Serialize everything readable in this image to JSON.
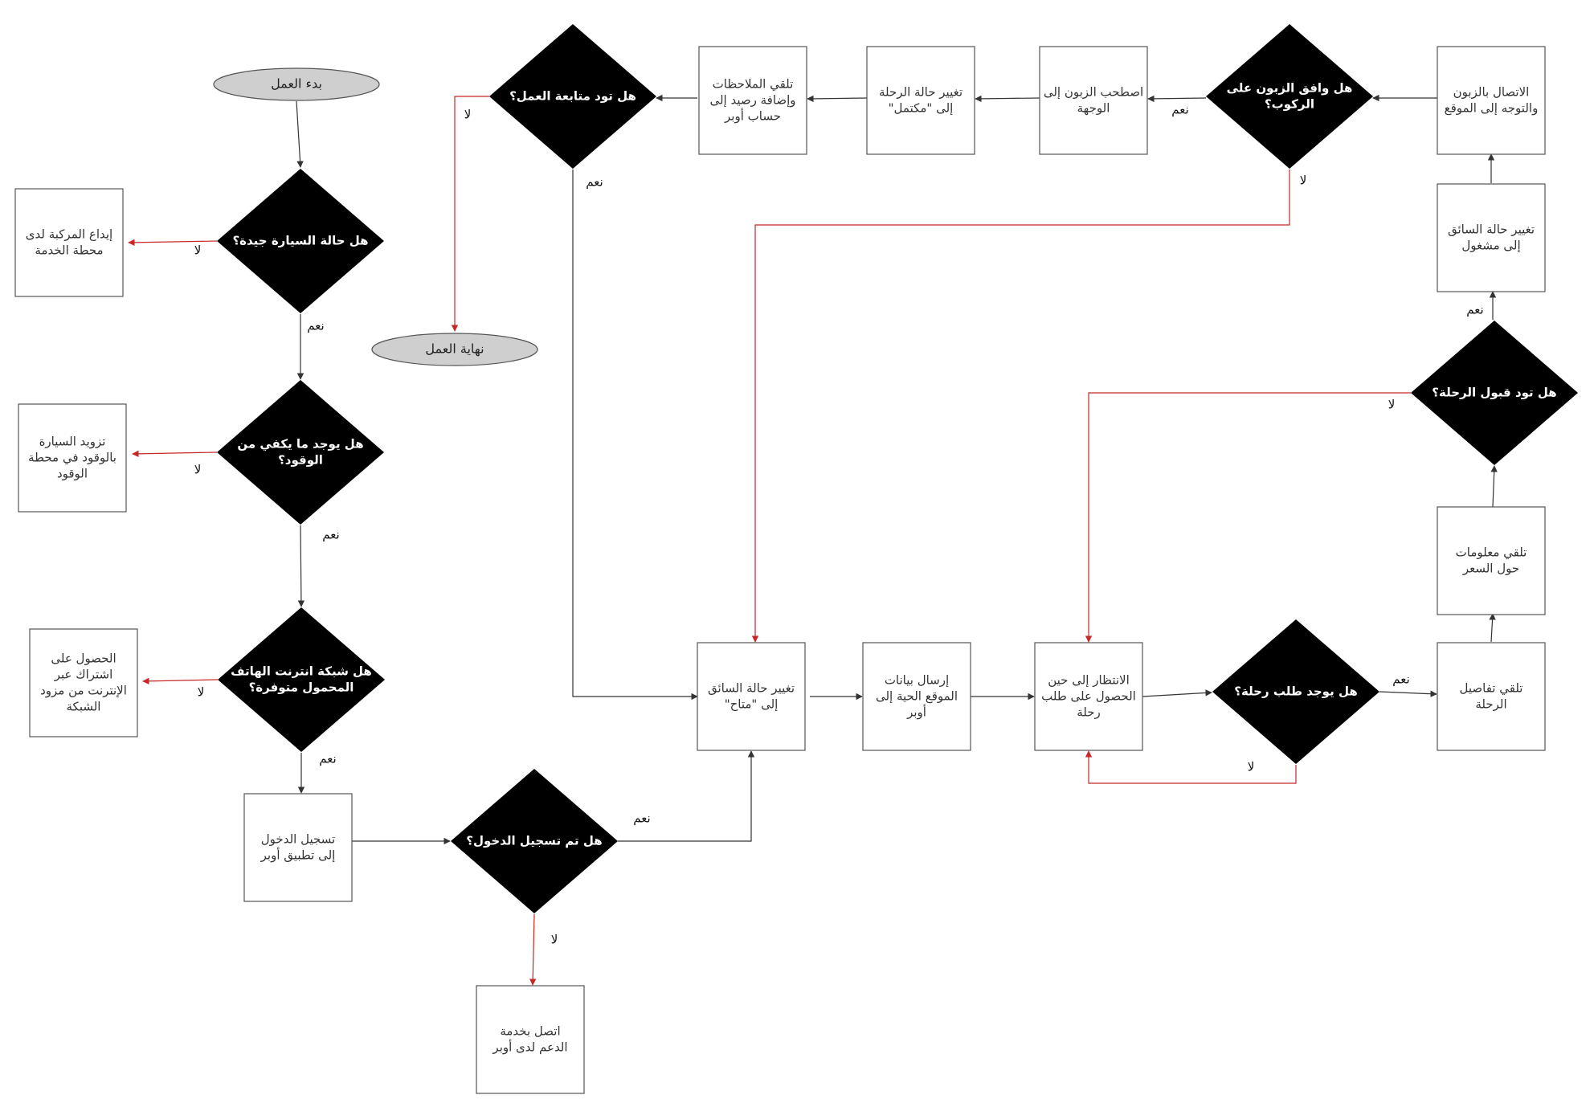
{
  "colors": {
    "line": "#333333",
    "no_line": "#c62828",
    "box_border": "#555555",
    "decision_fill": "#000000",
    "terminal_fill": "#cfcfcf"
  },
  "edge_labels": {
    "yes": "نعم",
    "no": "لا"
  },
  "nodes": {
    "start": [
      "بدء العمل"
    ],
    "q_car": [
      "هل حالة السيارة جيدة؟"
    ],
    "a_service": [
      "إيداع المركبة لدى",
      "محطة الخدمة"
    ],
    "q_fuel": [
      "هل يوجد ما يكفي من",
      "الوقود؟"
    ],
    "a_fuel": [
      "تزويد السيارة",
      "بالوقود في محطة",
      "الوقود"
    ],
    "q_net": [
      "هل شبكة انترنت الهاتف",
      "المحمول متوفرة؟"
    ],
    "a_net": [
      "الحصول على",
      "اشتراك عبر",
      "الإنترنت من مزود",
      "الشبكة"
    ],
    "login": [
      "تسجيل الدخول",
      "إلى تطبيق أوبر"
    ],
    "q_login": [
      "هل تم تسجيل الدخول؟"
    ],
    "support": [
      "اتصل بخدمة",
      "الدعم لدى أوبر"
    ],
    "available": [
      "تغيير حالة السائق",
      "إلى \"متاح\""
    ],
    "send_loc": [
      "إرسال بيانات",
      "الموقع الحية إلى",
      "أوبر"
    ],
    "wait": [
      "الانتظار إلى حين",
      "الحصول على طلب",
      "رحلة"
    ],
    "q_request": [
      "هل يوجد طلب رحلة؟"
    ],
    "trip_details": [
      "تلقي تفاصيل",
      "الرحلة"
    ],
    "fare_info": [
      "تلقي معلومات",
      "حول السعر"
    ],
    "q_accept": [
      "هل تود قبول الرحلة؟"
    ],
    "busy": [
      "تغيير حالة السائق",
      "إلى مشغول"
    ],
    "contact": [
      "الاتصال بالزبون",
      "والتوجه إلى الموقع"
    ],
    "q_board": [
      "هل وافق الزبون على",
      "الركوب؟"
    ],
    "take": [
      "اصطحب الزبون إلى",
      "الوجهة"
    ],
    "complete": [
      "تغيير حالة الرحلة",
      "إلى \"مكتمل\""
    ],
    "feedback": [
      "تلقي الملاحظات",
      "وإضافة رصيد إلى",
      "حساب أوبر"
    ],
    "q_continue": [
      "هل تود متابعة العمل؟"
    ],
    "end": [
      "نهاية العمل"
    ]
  }
}
